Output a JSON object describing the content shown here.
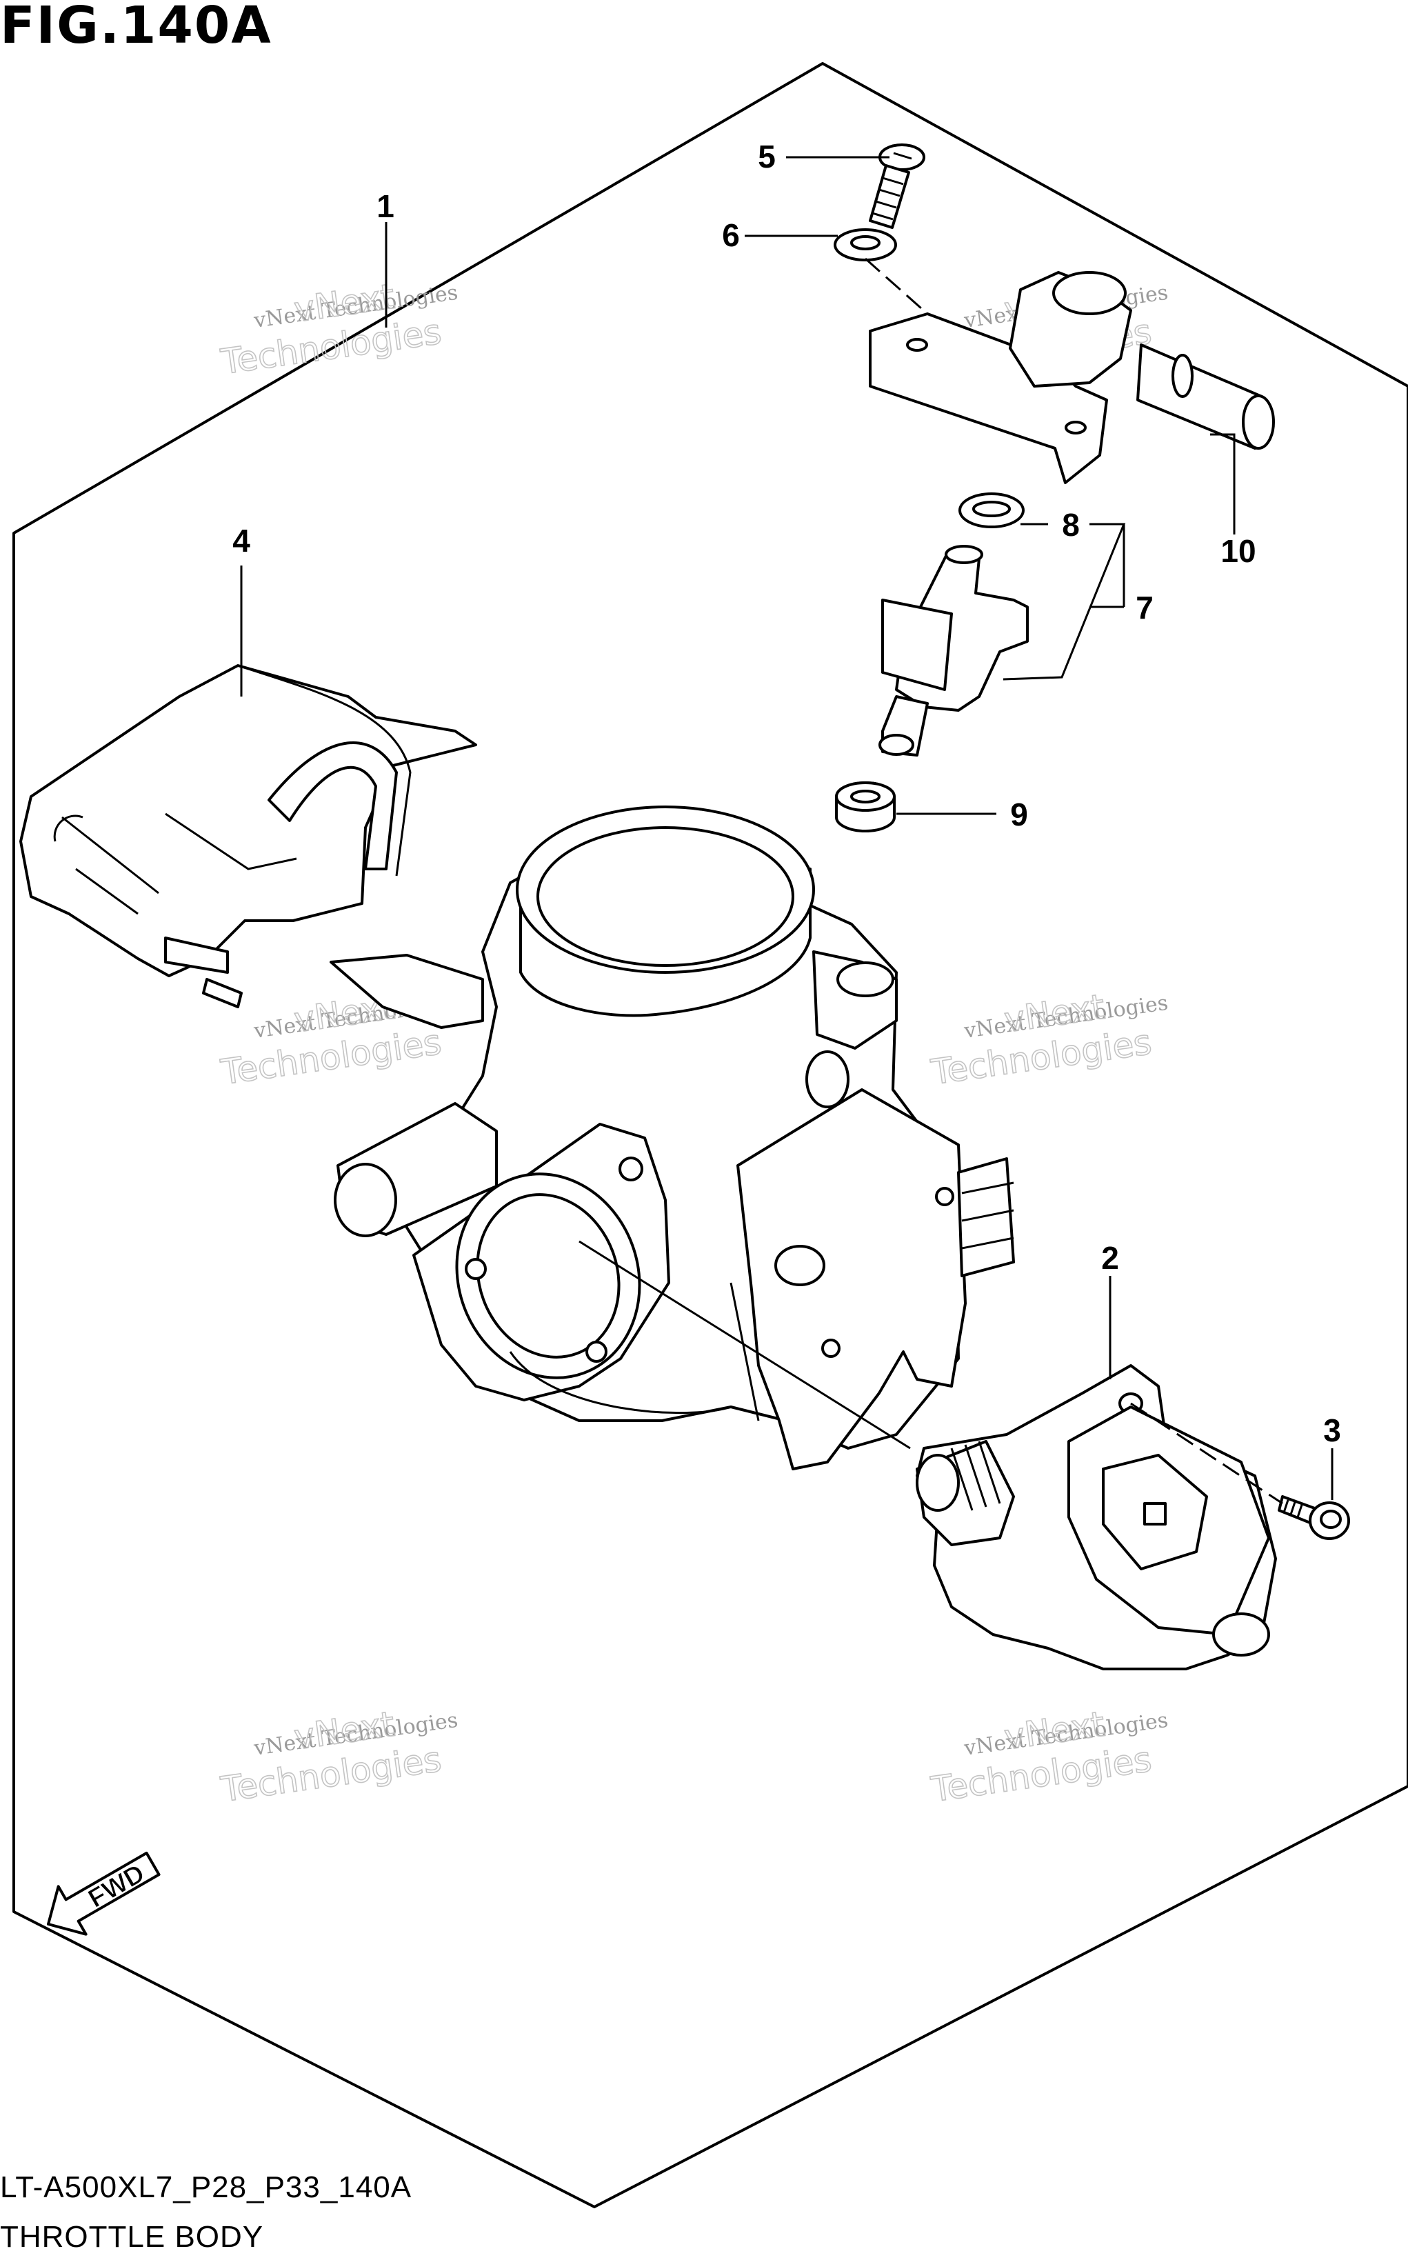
{
  "figure": {
    "title": "FIG.140A",
    "code": "LT-A500XL7_P28_P33_140A",
    "name": "THROTTLE BODY"
  },
  "callouts": [
    {
      "id": "1",
      "label": "1"
    },
    {
      "id": "2",
      "label": "2"
    },
    {
      "id": "3",
      "label": "3"
    },
    {
      "id": "4",
      "label": "4"
    },
    {
      "id": "5",
      "label": "5"
    },
    {
      "id": "6",
      "label": "6"
    },
    {
      "id": "7",
      "label": "7"
    },
    {
      "id": "8",
      "label": "8"
    },
    {
      "id": "9",
      "label": "9"
    },
    {
      "id": "10",
      "label": "10"
    }
  ],
  "direction_badge": {
    "label": "FWD",
    "icon": "forward-arrow-icon"
  },
  "watermark": {
    "line1": "vNext Technologies",
    "line2": "Technologies",
    "line3": "vNext"
  }
}
